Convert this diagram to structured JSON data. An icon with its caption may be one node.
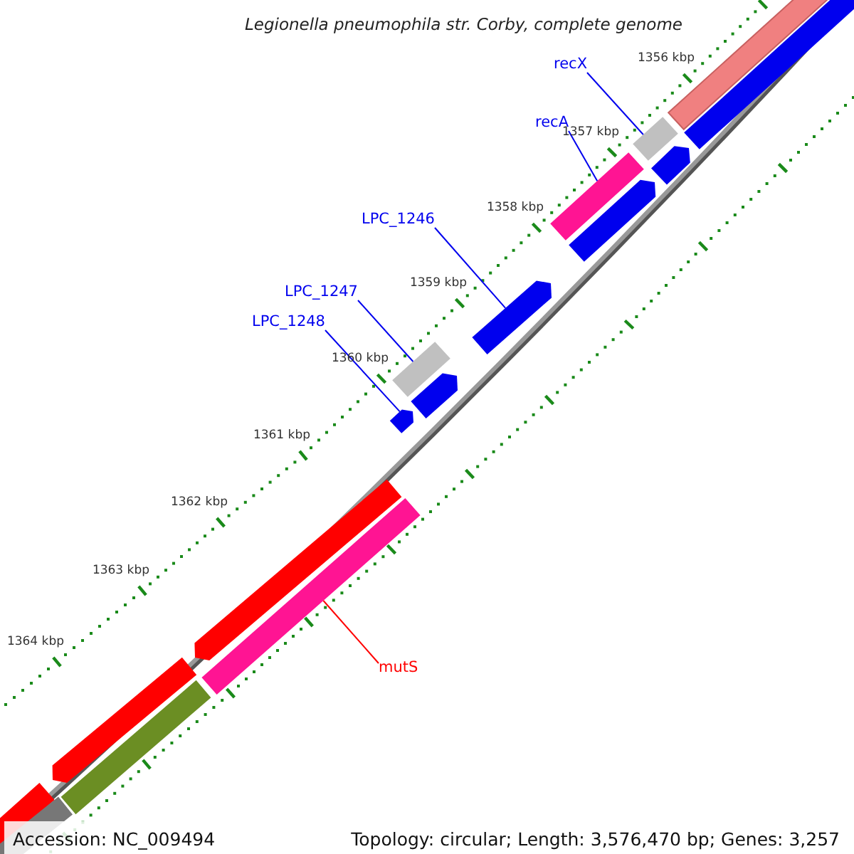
{
  "diagram": {
    "title": "Legionella pneumophila str. Corby, complete genome",
    "nodes": [
      {
        "text": [
          "recX"
        ]
      },
      {
        "text": [],
        "shape": "bar"
      },
      {
        "text": [
          "recA"
        ]
      },
      {
        "text": [],
        "shape": "bar"
      },
      {
        "text": [
          "LPC_1246"
        ]
      },
      {
        "text": [],
        "shape": "bar"
      },
      {
        "text": [
          "LPC_1247"
        ]
      },
      {
        "text": [],
        "shape": "bar"
      },
      {
        "text": [
          "LPC_1248"
        ]
      },
      {
        "text": [],
        "shape": "bar"
      },
      {
        "text": [
          "mutS"
        ]
      },
      {
        "text": [],
        "shape": "bar"
      },
      {
        "text": [],
        "shape": "bar"
      },
      {
        "text": [],
        "shape": "bar"
      },
      {
        "text": [],
        "shape": "bar"
      },
      {
        "text": [],
        "shape": "bar"
      },
      {
        "text": [],
        "shape": "bar"
      },
      {
        "text": [],
        "shape": "bar"
      },
      {
        "text": [],
        "shape": "bar"
      },
      {
        "text": [],
        "shape": "bar"
      },
      {
        "text": [],
        "shape": "bar"
      },
      {
        "text": [],
        "shape": "bar"
      }
    ],
    "edges": [
      {
        "from": 0,
        "to": 1,
        "arrow": "none"
      },
      {
        "from": 2,
        "to": 3,
        "arrow": "none"
      },
      {
        "from": 4,
        "to": 5,
        "arrow": "none"
      },
      {
        "from": 6,
        "to": 7,
        "arrow": "none"
      },
      {
        "from": 8,
        "to": 9,
        "arrow": "none"
      },
      {
        "from": 10,
        "to": 11,
        "arrow": "none",
        "color": "#ff0000"
      }
    ],
    "labels": [
      "1356 kbp",
      "1357 kbp",
      "1358 kbp",
      "1359 kbp",
      "1360 kbp",
      "1361 kbp",
      "1362 kbp",
      "1363 kbp",
      "1364 kbp",
      "Accession: NC_009494",
      "Topology: circular; Length: 3,576,470 bp; Genes: 3,257"
    ]
  }
}
